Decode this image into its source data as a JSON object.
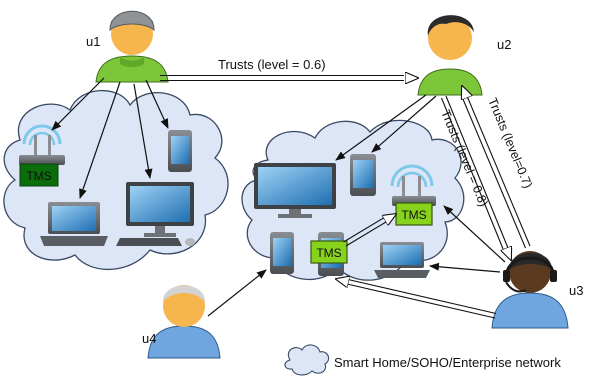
{
  "users": {
    "u1": {
      "label": "u1"
    },
    "u2": {
      "label": "u2"
    },
    "u3": {
      "label": "u3"
    },
    "u4": {
      "label": "u4"
    }
  },
  "trust_edges": [
    {
      "label": "Trusts (level = 0.6)"
    },
    {
      "label": "Trusts (level = 0.8)"
    },
    {
      "label": "Trusts (level=0.7)"
    }
  ],
  "tms_label": "TMS",
  "legend": {
    "label": "Smart Home/SOHO/Enterprise network"
  },
  "colors": {
    "cloud_fill": "#dce6f6",
    "cloud_stroke": "#3a4a64",
    "tms_dark": "#0b6e0b",
    "tms_light": "#86d21c",
    "wifi_arc": "#7ec8ea",
    "screen": "#2a86c8",
    "device_body": "#6e7277",
    "skin": "#f7b54e",
    "green_shirt": "#7cc63a",
    "blue_shirt": "#6fa6df",
    "dark_skin": "#5b3a22"
  }
}
